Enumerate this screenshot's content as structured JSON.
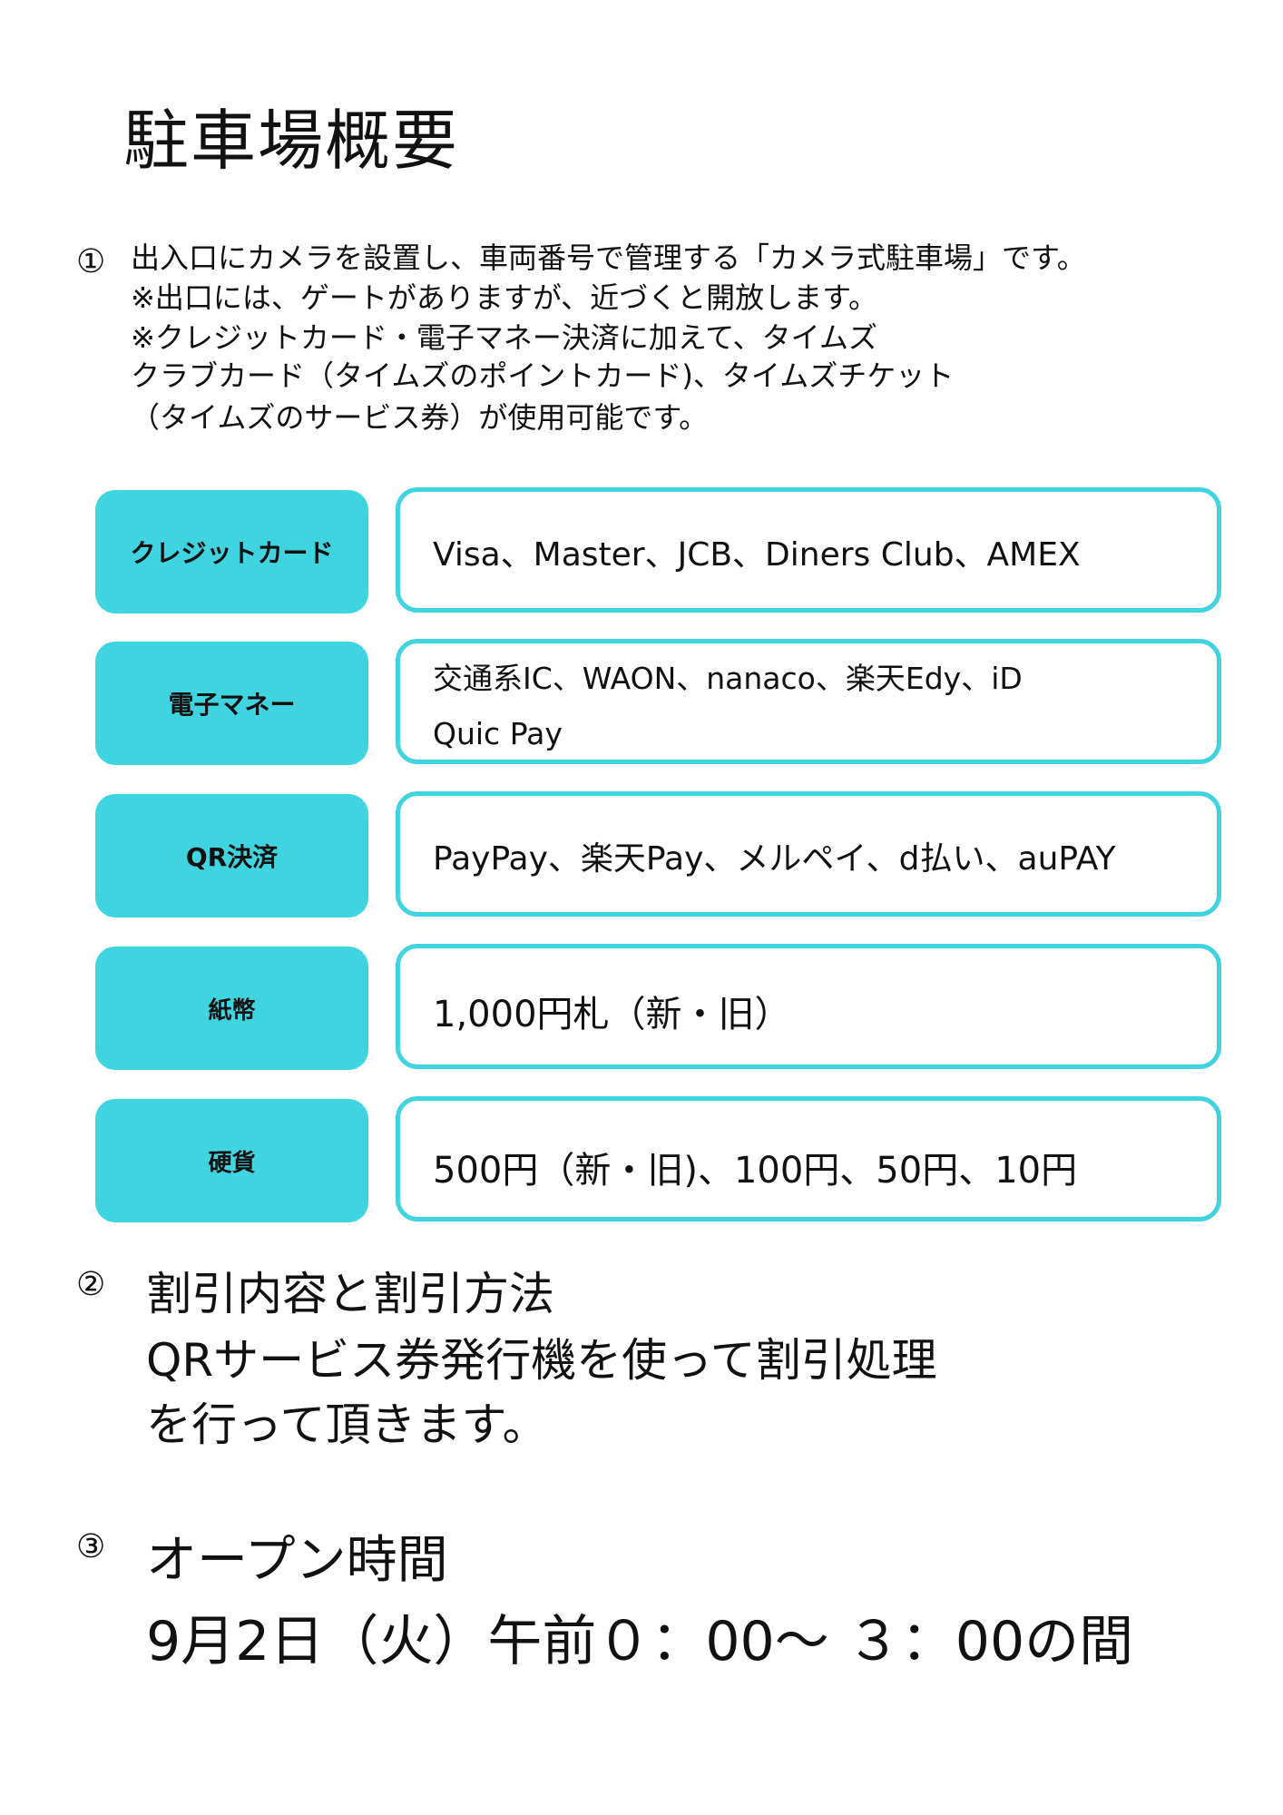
{
  "title": "駐車場概要",
  "section1": {
    "number": "①",
    "lines": [
      "出入口にカメラを設置し、車両番号で管理する「カメラ式駐車場」です。",
      "※出口には、ゲートがありますが、近づくと開放します。",
      "※クレジットカード・電子マネー決済に加えて、タイムズ",
      "クラブカード（タイムズのポイントカード)、タイムズチケット",
      "（タイムズのサービス券）が使用可能です。"
    ]
  },
  "payments": [
    {
      "label": "クレジットカード",
      "values": [
        "Visa、Master、JCB、Diners Club、AMEX"
      ]
    },
    {
      "label": "電子マネー",
      "values": [
        "交通系IC、WAON、nanaco、楽天Edy、iD",
        "Quic Pay"
      ]
    },
    {
      "label": "QR決済",
      "values": [
        "PayPay、楽天Pay、メルペイ、d払い、auPAY"
      ]
    },
    {
      "label": "紙幣",
      "values": [
        "1,000円札（新・旧）"
      ]
    },
    {
      "label": "硬貨",
      "values": [
        "500円（新・旧)、100円、50円、10円"
      ]
    }
  ],
  "section2": {
    "number": "②",
    "lines": [
      "割引内容と割引方法",
      "QRサービス券発行機を使って割引処理",
      "を行って頂きます。"
    ]
  },
  "section3": {
    "number": "③",
    "heading": "オープン時間",
    "time": "9月2日（火）午前０：00～ ３：00の間"
  },
  "colors": {
    "accent": "#40D3E0"
  }
}
